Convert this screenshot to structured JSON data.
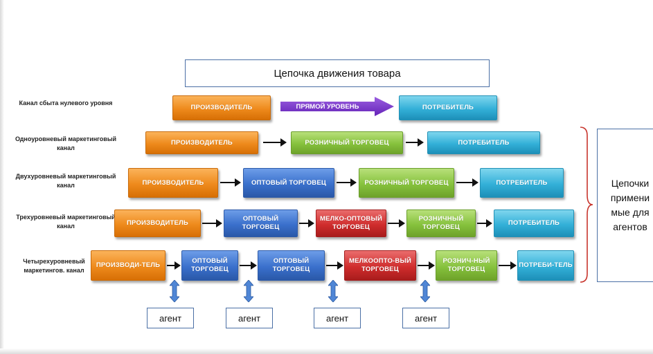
{
  "title": "Цепочка движения товара",
  "rows": [
    {
      "label": "Канал сбыта нулевого уровня",
      "blocks": [
        {
          "type": "producer",
          "text": "ПРОИЗВОДИТЕЛЬ"
        },
        {
          "type": "direct",
          "text": "ПРЯМОЙ УРОВЕНЬ"
        },
        {
          "type": "consumer",
          "text": "ПОТРЕБИТЕЛЬ"
        }
      ]
    },
    {
      "label": "Одноуровневый маркетинговый канал",
      "blocks": [
        {
          "type": "producer",
          "text": "ПРОИЗВОДИТЕЛЬ"
        },
        {
          "type": "retailer",
          "text": "РОЗНИЧНЫЙ ТОРГОВЕЦ"
        },
        {
          "type": "consumer",
          "text": "ПОТРЕБИТЕЛЬ"
        }
      ]
    },
    {
      "label": "Двухуровневый маркетинговый канал",
      "blocks": [
        {
          "type": "producer",
          "text": "ПРОИЗВОДИТЕЛЬ"
        },
        {
          "type": "wholesaler",
          "text": "ОПТОВЫЙ ТОРГОВЕЦ"
        },
        {
          "type": "retailer",
          "text": "РОЗНИЧНЫЙ ТОРГОВЕЦ"
        },
        {
          "type": "consumer",
          "text": "ПОТРЕБИТЕЛЬ"
        }
      ]
    },
    {
      "label": "Трехуровневый маркетинговый канал",
      "blocks": [
        {
          "type": "producer",
          "text": "ПРОИЗВОДИТЕЛЬ"
        },
        {
          "type": "wholesaler",
          "text": "ОПТОВЫЙ ТОРГОВЕЦ"
        },
        {
          "type": "small_wholesaler",
          "text": "МЕЛКО-ОПТОВЫЙ ТОРГОВЕЦ"
        },
        {
          "type": "retailer",
          "text": "РОЗНИЧНЫЙ ТОРГОВЕЦ"
        },
        {
          "type": "consumer",
          "text": "ПОТРЕБИТЕЛЬ"
        }
      ]
    },
    {
      "label": "Четырехуровневый маркетингов. канал",
      "blocks": [
        {
          "type": "producer",
          "text": "ПРОИЗВОДИ-ТЕЛЬ"
        },
        {
          "type": "wholesaler",
          "text": "ОПТОВЫЙ ТОРГОВЕЦ"
        },
        {
          "type": "wholesaler",
          "text": "ОПТОВЫЙ ТОРГОВЕЦ"
        },
        {
          "type": "small_wholesaler",
          "text": "МЕЛКООПТО-ВЫЙ ТОРГОВЕЦ"
        },
        {
          "type": "retailer",
          "text": "РОЗНИЧ-НЫЙ ТОРГОВЕЦ"
        },
        {
          "type": "consumer",
          "text": "ПОТРЕБИ-ТЕЛЬ"
        }
      ]
    }
  ],
  "side_note": "Цепочки примени мые для агентов",
  "agents": [
    "агент",
    "агент",
    "агент",
    "агент"
  ],
  "colors": {
    "producer": "#ee8a1c",
    "consumer": "#33b0d8",
    "retailer": "#86c23d",
    "wholesaler": "#3a70cc",
    "small_wholesaler": "#d02d2d",
    "direct_arrow": "#7b35c9",
    "border": "#4a6fa5"
  }
}
